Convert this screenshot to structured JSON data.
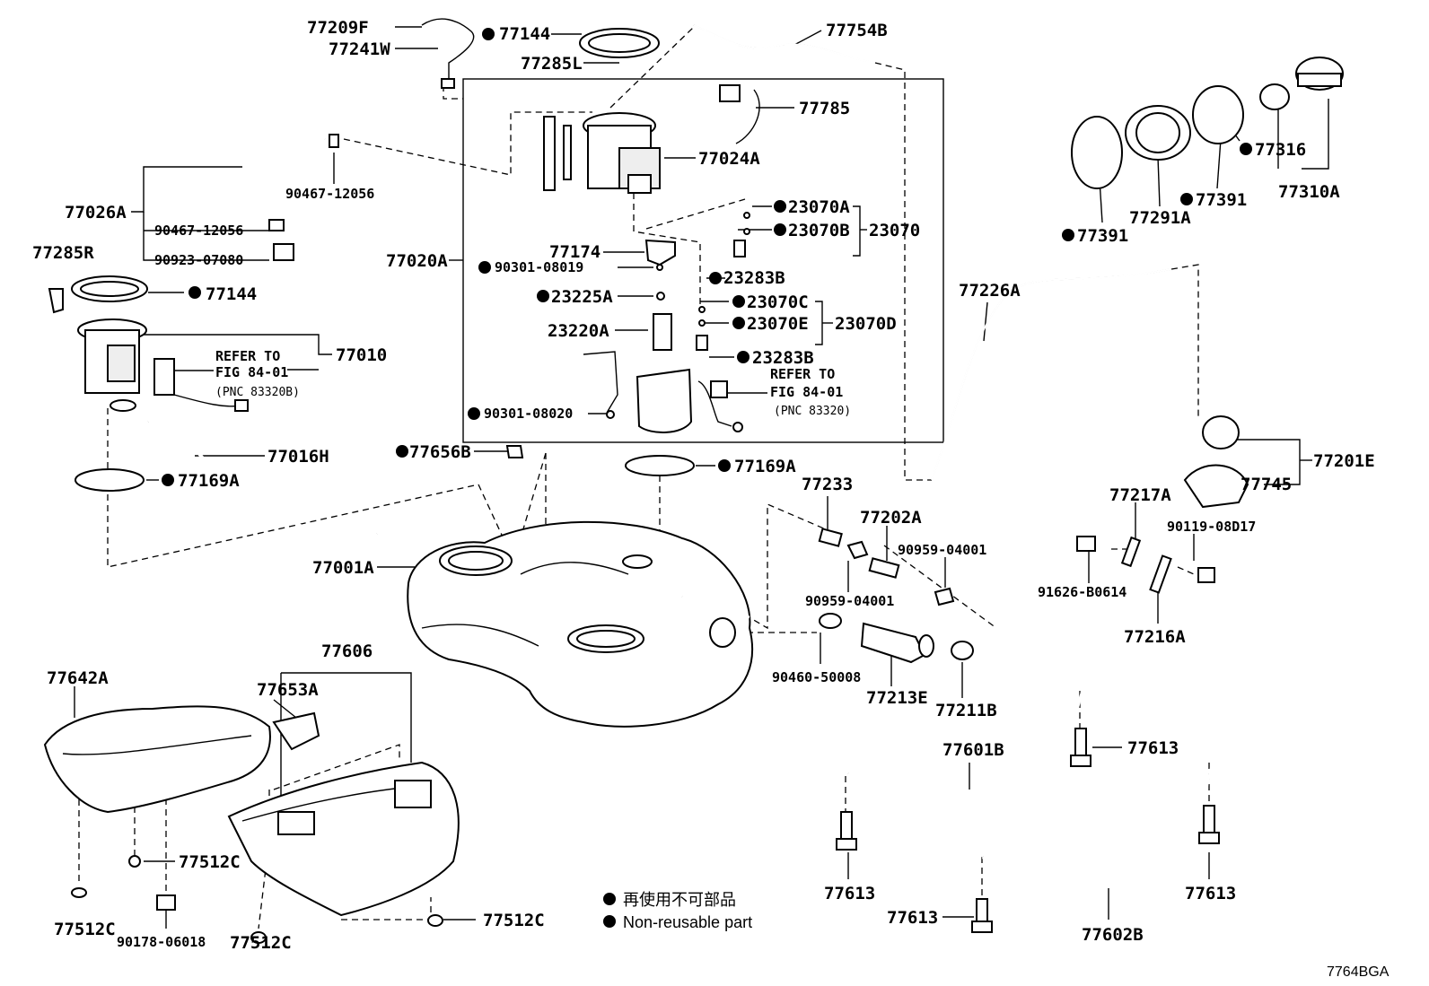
{
  "labels": {
    "p77209F": "77209F",
    "p77241W": "77241W",
    "p77144_top": "77144",
    "p77285L": "77285L",
    "p77754B": "77754B",
    "p77785": "77785",
    "p77024A": "77024A",
    "p90467_a": "90467-12056",
    "p77026A": "77026A",
    "p90467_b": "90467-12056",
    "p90923": "90923-07080",
    "p77285R": "77285R",
    "p77144_left": "77144",
    "p77010": "77010",
    "refer1_a": "REFER TO",
    "refer1_b": "FIG 84-01",
    "refer1_c": "(PNC 83320B)",
    "p77016H": "77016H",
    "p77169A_left": "77169A",
    "p77020A": "77020A",
    "p77174": "77174",
    "p90301_08019": "90301-08019",
    "p23225A": "23225A",
    "p23220A": "23220A",
    "p90301_08020": "90301-08020",
    "p23070A": "23070A",
    "p23070B": "23070B",
    "p23070": "23070",
    "p23283B_a": "23283B",
    "p23070C": "23070C",
    "p23070E": "23070E",
    "p23070D": "23070D",
    "p23283B_b": "23283B",
    "refer2_a": "REFER TO",
    "refer2_b": "FIG 84-01",
    "refer2_c": "(PNC 83320)",
    "p77656B": "77656B",
    "p77169A_mid": "77169A",
    "p77001A": "77001A",
    "p77233": "77233",
    "p77202A": "77202A",
    "p90959_a": "90959-04001",
    "p90959_b": "90959-04001",
    "p90460": "90460-50008",
    "p77213E": "77213E",
    "p77211B": "77211B",
    "p77316": "77316",
    "p77310A": "77310A",
    "p77391_a": "77391",
    "p77291A": "77291A",
    "p77391_b": "77391",
    "p77226A": "77226A",
    "p77201E": "77201E",
    "p77745": "77745",
    "p77217A": "77217A",
    "p90119": "90119-08D17",
    "p91626": "91626-B0614",
    "p77216A": "77216A",
    "p77606": "77606",
    "p77642A": "77642A",
    "p77653A": "77653A",
    "p77512C_a": "77512C",
    "p77512C_b": "77512C",
    "p90178": "90178-06018",
    "p77512C_c": "77512C",
    "p77512C_d": "77512C",
    "p77601B": "77601B",
    "p77613_a": "77613",
    "p77613_b": "77613",
    "p77613_c": "77613",
    "p77613_d": "77613",
    "p77602B": "77602B",
    "legend_cn": "再使用不可部品",
    "legend_en": "Non-reusable part",
    "figure_code": "7764BGA"
  }
}
